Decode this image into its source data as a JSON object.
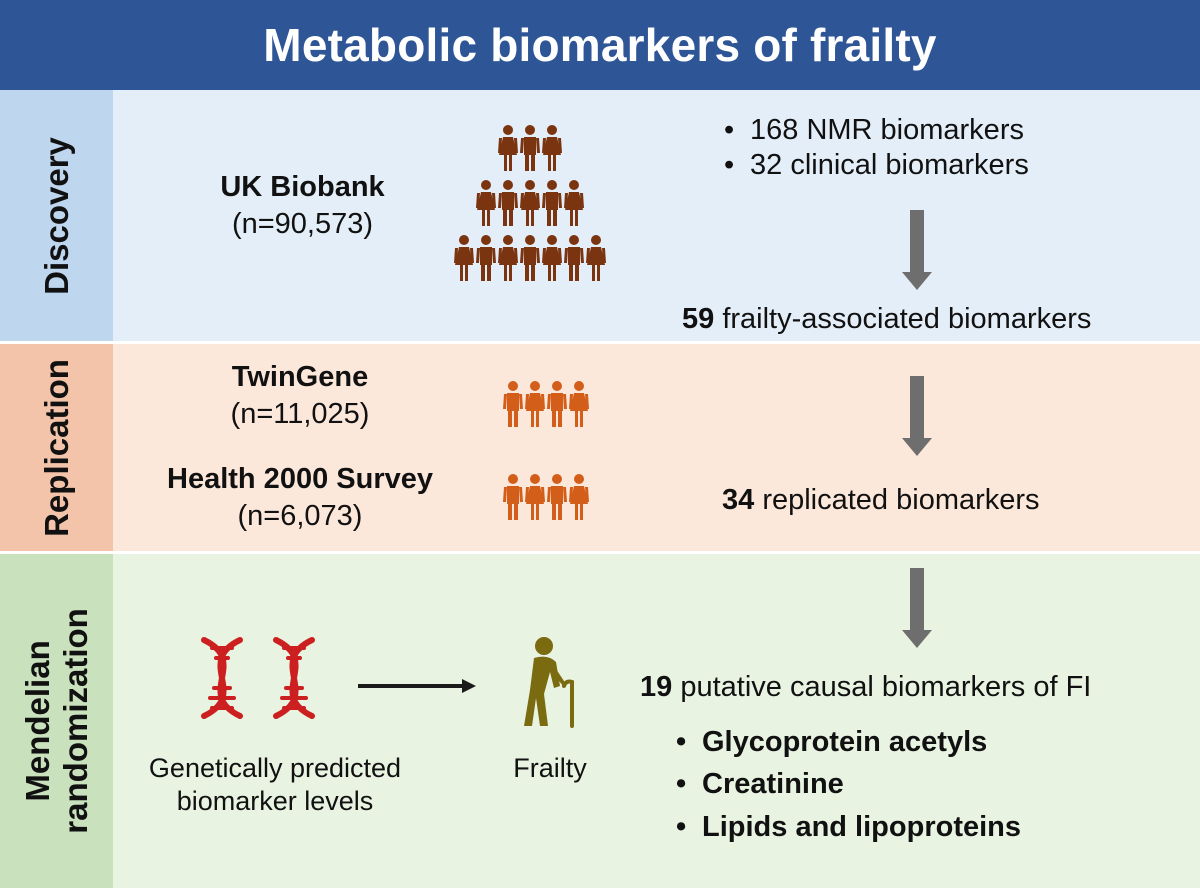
{
  "title": "Metabolic biomarkers of frailty",
  "colors": {
    "title_bg": "#2e5596",
    "people_dark": "#7a3510",
    "people_light": "#d25e1a",
    "dna": "#cc1f1f",
    "elder": "#7a6a10",
    "arrow": "#6e6e6e"
  },
  "discovery": {
    "label": "Discovery",
    "cohort_name": "UK Biobank",
    "cohort_n": "(n=90,573)",
    "bullets": [
      "168 NMR biomarkers",
      "32 clinical biomarkers"
    ],
    "result_count": "59",
    "result_text": " frailty-associated biomarkers"
  },
  "replication": {
    "label": "Replication",
    "cohort1_name": "TwinGene",
    "cohort1_n": "(n=11,025)",
    "cohort2_name": "Health 2000 Survey",
    "cohort2_n": "(n=6,073)",
    "result_count": "34",
    "result_text": " replicated biomarkers"
  },
  "mr": {
    "label_line1": "Mendelian",
    "label_line2": "randomization",
    "exposure_line1": "Genetically predicted",
    "exposure_line2": "biomarker levels",
    "outcome": "Frailty",
    "result_count": "19",
    "result_text": " putative causal biomarkers of FI",
    "bullets": [
      "Glycoprotein acetyls",
      "Creatinine",
      "Lipids and lipoproteins"
    ]
  }
}
